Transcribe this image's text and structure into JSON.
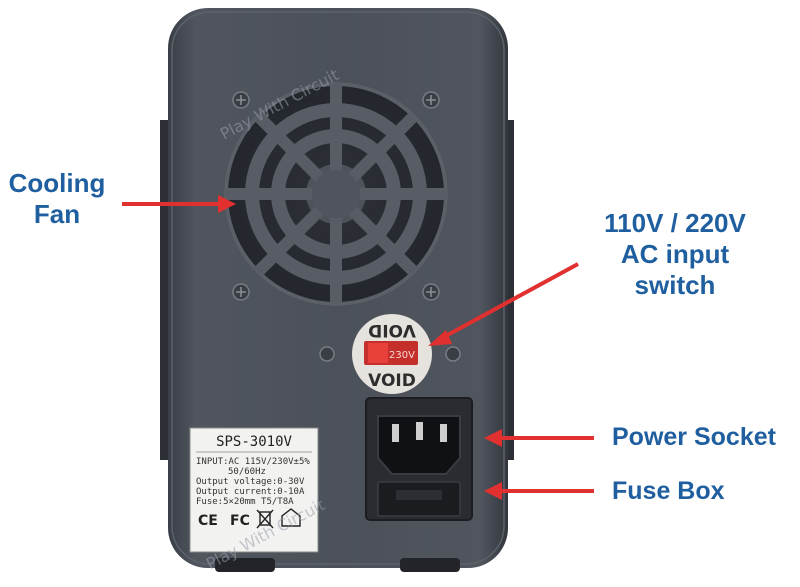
{
  "callouts": {
    "fan": [
      "Cooling",
      "Fan"
    ],
    "switch": [
      "110V / 220V",
      "AC input",
      "switch"
    ],
    "power_socket": "Power Socket",
    "fuse_box": "Fuse Box"
  },
  "label_plate": {
    "model": "SPS-3010V",
    "lines": [
      "INPUT:AC 115V/230V±5%",
      "50/60Hz",
      "Output voltage:0-30V",
      "Output current:0-10A",
      "Fuse:5×20mm T5/T8A"
    ],
    "marks": [
      "CE",
      "FC"
    ]
  },
  "switch_label": "230V",
  "warranty_sticker": "VOID",
  "watermark": "Play With Circuit",
  "colors": {
    "callout_text": "#1f5fa0",
    "arrow": "#e03030",
    "case": "#4a4f58",
    "switch": "#e8403a"
  }
}
